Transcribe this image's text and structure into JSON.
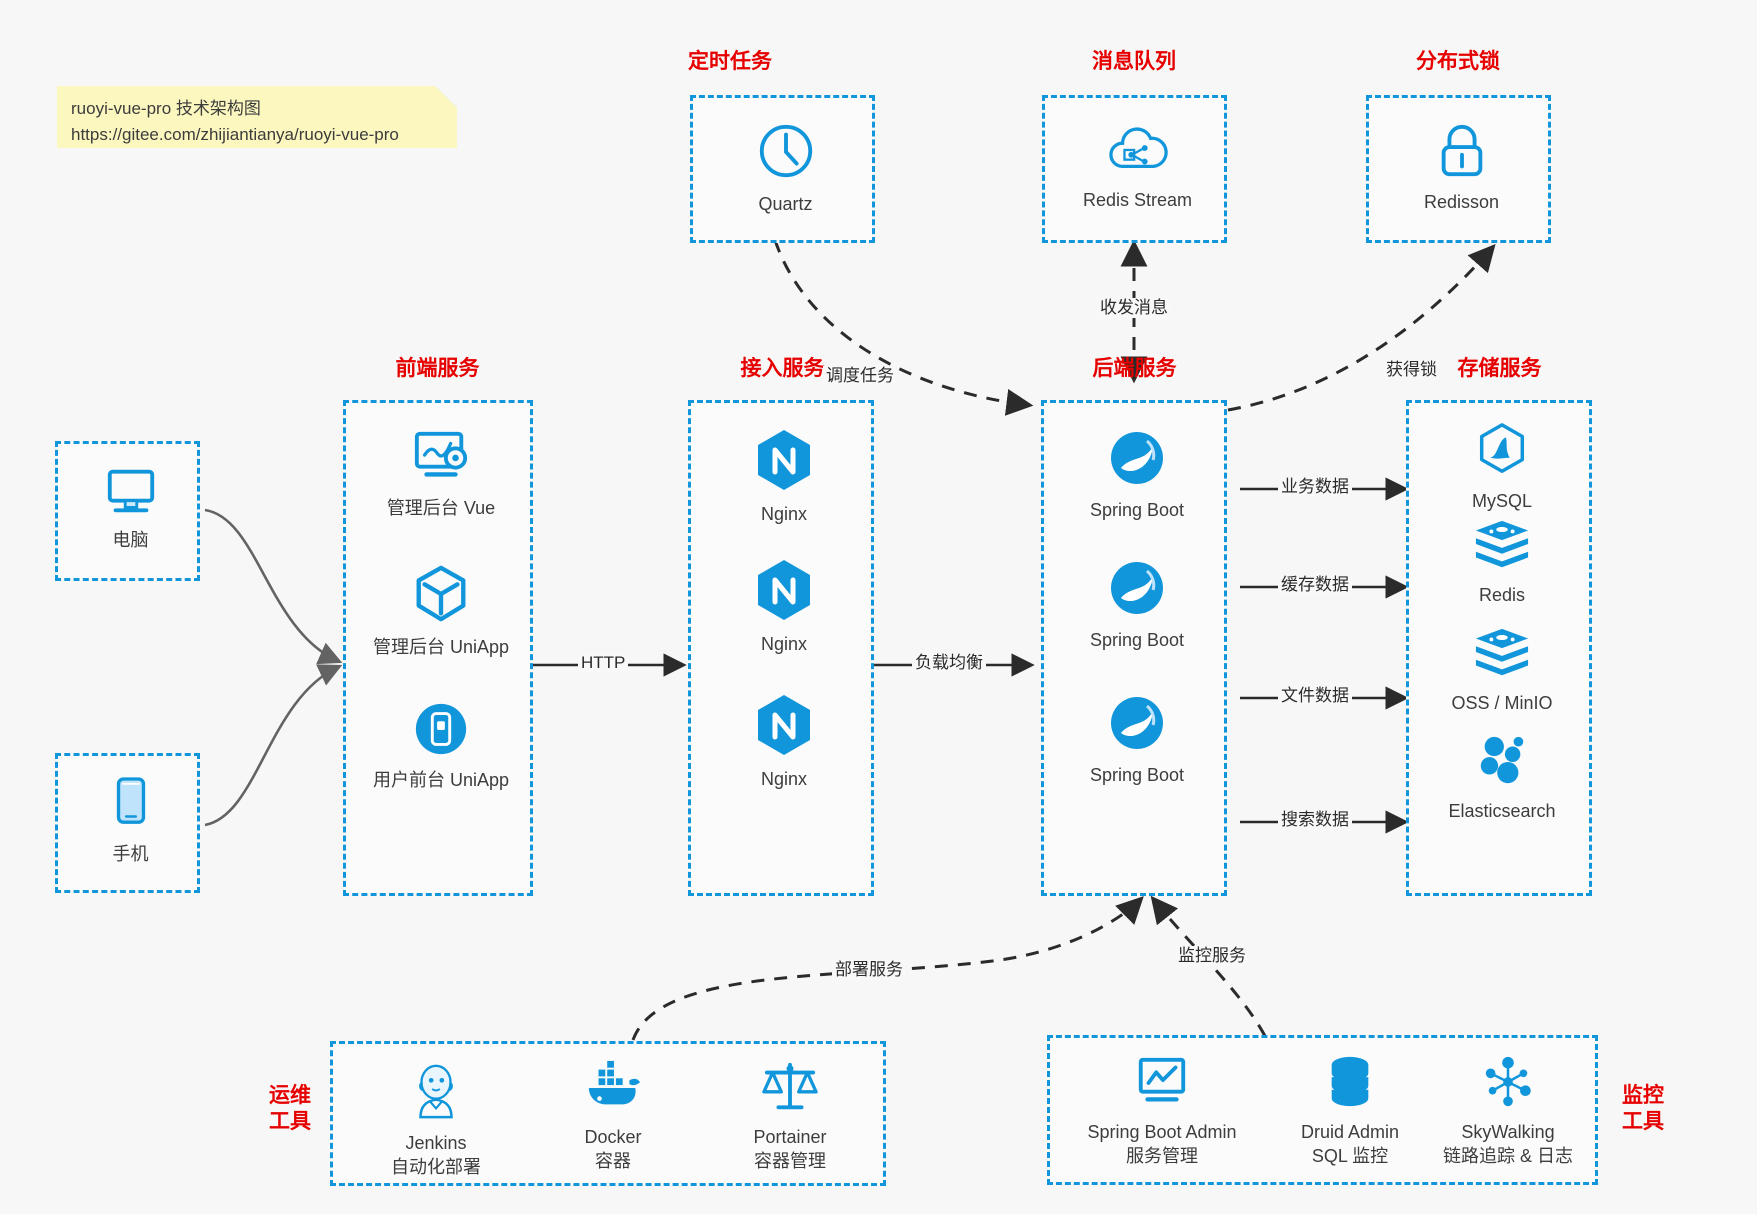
{
  "note": {
    "line1": "ruoyi-vue-pro 技术架构图",
    "line2": "https://gitee.com/zhijiantianya/ruoyi-vue-pro"
  },
  "sections": {
    "scheduled_task": {
      "title": "定时任务",
      "items": [
        {
          "label": "Quartz",
          "icon": "clock-icon"
        }
      ]
    },
    "message_queue": {
      "title": "消息队列",
      "items": [
        {
          "label": "Redis Stream",
          "icon": "cloud-stream-icon"
        }
      ]
    },
    "distributed_lock": {
      "title": "分布式锁",
      "items": [
        {
          "label": "Redisson",
          "icon": "lock-icon"
        }
      ]
    },
    "clients": {
      "items": [
        {
          "label": "电脑",
          "icon": "desktop-monitor-icon"
        },
        {
          "label": "手机",
          "icon": "mobile-phone-icon"
        }
      ]
    },
    "frontend": {
      "title": "前端服务",
      "items": [
        {
          "label": "管理后台 Vue",
          "icon": "dashboard-gear-icon"
        },
        {
          "label": "管理后台 UniApp",
          "icon": "cube-icon"
        },
        {
          "label": "用户前台 UniApp",
          "icon": "app-tablet-icon"
        }
      ]
    },
    "gateway": {
      "title": "接入服务",
      "items": [
        {
          "label": "Nginx",
          "icon": "nginx-icon"
        },
        {
          "label": "Nginx",
          "icon": "nginx-icon"
        },
        {
          "label": "Nginx",
          "icon": "nginx-icon"
        }
      ]
    },
    "backend": {
      "title": "后端服务",
      "items": [
        {
          "label": "Spring Boot",
          "icon": "spring-boot-icon"
        },
        {
          "label": "Spring Boot",
          "icon": "spring-boot-icon"
        },
        {
          "label": "Spring Boot",
          "icon": "spring-boot-icon"
        }
      ]
    },
    "storage": {
      "title": "存储服务",
      "items": [
        {
          "label": "MySQL",
          "icon": "mysql-icon"
        },
        {
          "label": "Redis",
          "icon": "redis-icon"
        },
        {
          "label": "OSS / MinIO",
          "icon": "oss-minio-icon"
        },
        {
          "label": "Elasticsearch",
          "icon": "elasticsearch-icon"
        }
      ]
    },
    "devops": {
      "title_line1": "运维",
      "title_line2": "工具",
      "items": [
        {
          "label": "Jenkins",
          "sub": "自动化部署",
          "icon": "jenkins-icon"
        },
        {
          "label": "Docker",
          "sub": "容器",
          "icon": "docker-icon"
        },
        {
          "label": "Portainer",
          "sub": "容器管理",
          "icon": "portainer-scale-icon"
        }
      ]
    },
    "monitoring": {
      "title_line1": "监控",
      "title_line2": "工具",
      "items": [
        {
          "label": "Spring Boot Admin",
          "sub": "服务管理",
          "icon": "monitor-chart-icon"
        },
        {
          "label": "Druid Admin",
          "sub": "SQL 监控",
          "icon": "database-icon"
        },
        {
          "label": "SkyWalking",
          "sub": "链路追踪 & 日志",
          "icon": "skywalking-icon"
        }
      ]
    }
  },
  "edges": [
    {
      "name": "edge-http",
      "label": "HTTP"
    },
    {
      "name": "edge-load-balance",
      "label": "负载均衡"
    },
    {
      "name": "edge-schedule-task",
      "label": "调度任务"
    },
    {
      "name": "edge-send-receive",
      "label": "收发消息"
    },
    {
      "name": "edge-acquire-lock",
      "label": "获得锁"
    },
    {
      "name": "edge-business-data",
      "label": "业务数据"
    },
    {
      "name": "edge-cache-data",
      "label": "缓存数据"
    },
    {
      "name": "edge-file-data",
      "label": "文件数据"
    },
    {
      "name": "edge-search-data",
      "label": "搜索数据"
    },
    {
      "name": "edge-deploy-service",
      "label": "部署服务"
    },
    {
      "name": "edge-monitor-service",
      "label": "监控服务"
    }
  ],
  "colors": {
    "accent_blue": "#1296db",
    "title_red": "#e60000",
    "background": "#f7f7f7",
    "note_yellow": "#fbf7bf",
    "arrow_dark": "#2b2b2b",
    "client_arrow_gray": "#636363"
  }
}
